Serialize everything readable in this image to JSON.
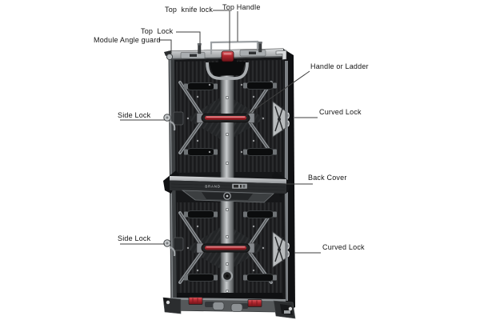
{
  "diagram": {
    "product": {
      "brand_plate_text": "BRAND"
    },
    "labels": {
      "top_knife_lock": "Top  knife lock",
      "top_handle": "Top Handle",
      "top_lock": "Top  Lock",
      "module_angle_guard": "Module Angle guard",
      "handle_or_ladder": "Handle or Ladder",
      "side_lock_upper": "Side Lock",
      "side_lock_lower": "Side Lock",
      "curved_lock_upper": "Curved Lock",
      "curved_lock_lower": "Curved Lock",
      "back_cover": "Back Cover"
    },
    "colors": {
      "background": "#ffffff",
      "panel_body": "#17181a",
      "frame_metal": "#9da1a4",
      "accent_red": "#b0262e",
      "label_text": "#141414",
      "leader_line": "#3f3f3f"
    }
  }
}
